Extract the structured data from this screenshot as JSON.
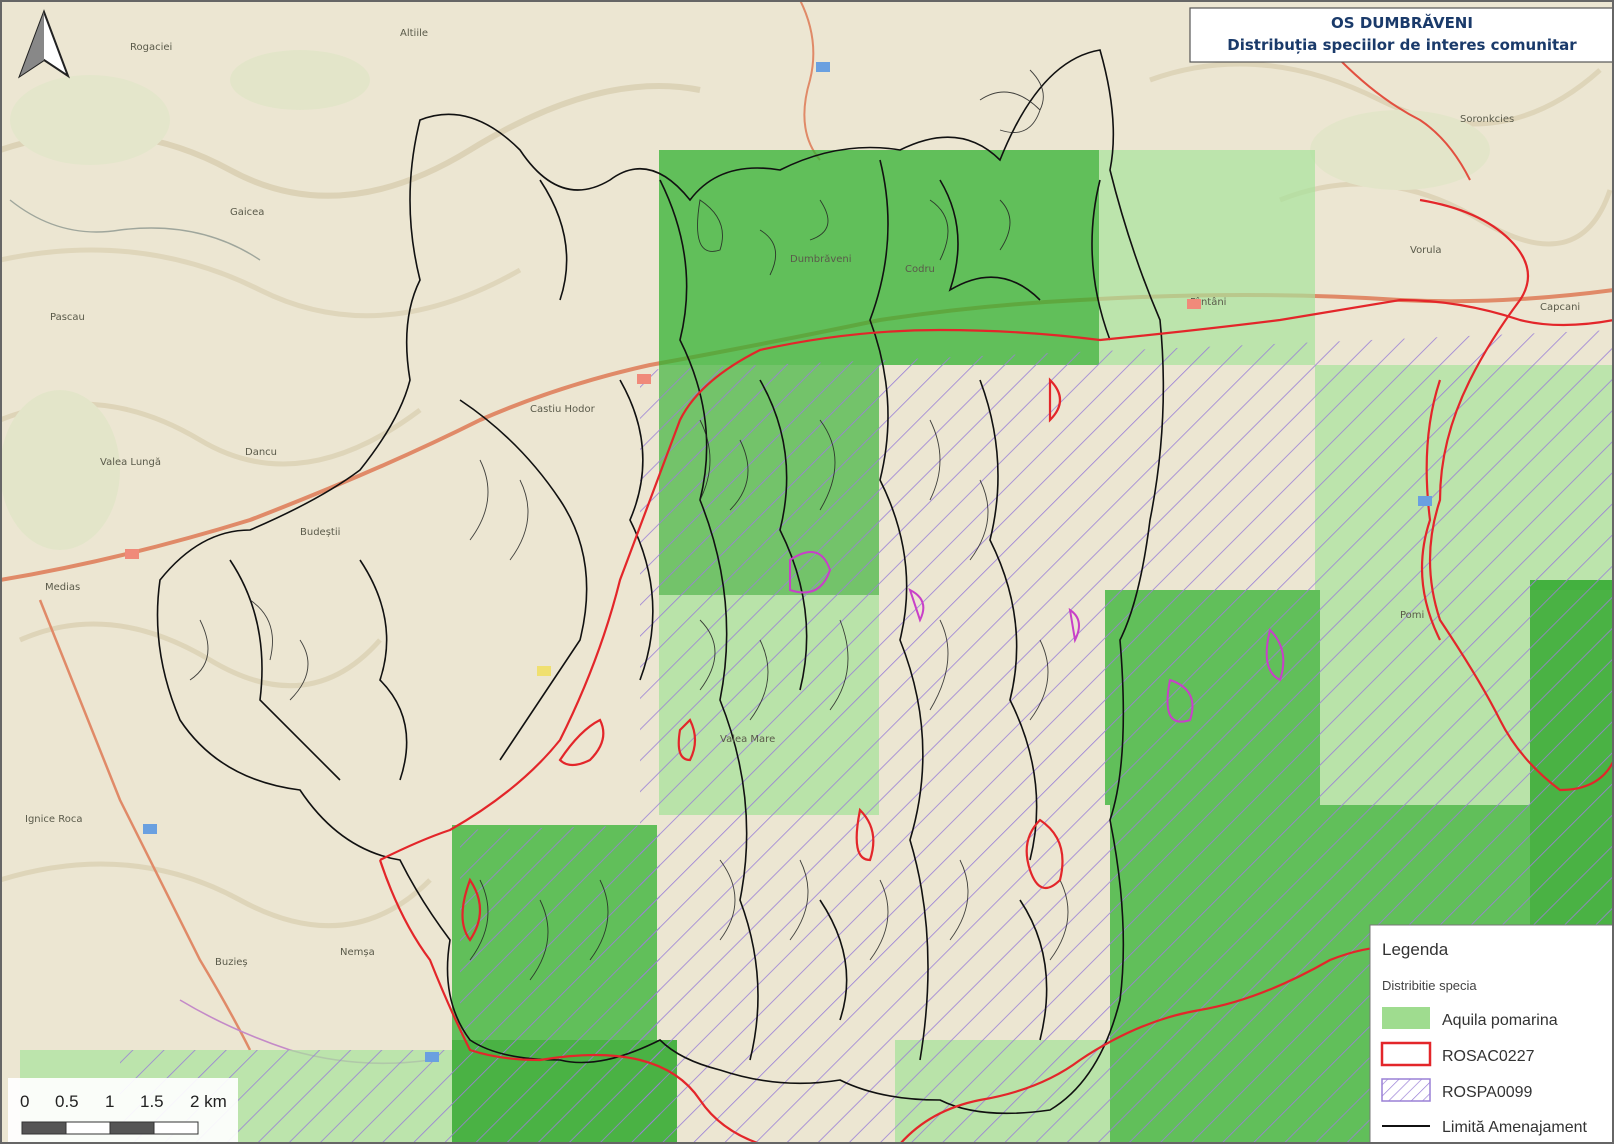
{
  "title": {
    "line1": "OS DUMBRĂVENI",
    "line2": "Distribuția speciilor de interes comunitar"
  },
  "place_labels": [
    {
      "text": "Rogaciei"
    },
    {
      "text": "Altiile"
    },
    {
      "text": "Gaicea"
    },
    {
      "text": "Dumbrăveni"
    },
    {
      "text": "Fântâni"
    },
    {
      "text": "Soronkcies"
    },
    {
      "text": "Codru"
    },
    {
      "text": "Pascau"
    },
    {
      "text": "Dancu"
    },
    {
      "text": "Valea Lungă"
    },
    {
      "text": "Budeștii"
    },
    {
      "text": "Medias"
    },
    {
      "text": "Capcani"
    },
    {
      "text": "Pomi"
    },
    {
      "text": "Ignice Roca"
    },
    {
      "text": "Buzieș"
    },
    {
      "text": "Nemșa"
    },
    {
      "text": "Castiu Hodor"
    },
    {
      "text": "Valea Mare"
    },
    {
      "text": "Vorula"
    }
  ],
  "scale_bar": {
    "labels": [
      "0",
      "0.5",
      "1",
      "1.5",
      "2 km"
    ]
  },
  "legend": {
    "title": "Legenda",
    "subtitle": "Distribitie specia",
    "items": [
      {
        "label": "Aquila pomarina",
        "color": "#9fdc8f",
        "kind": "fill"
      },
      {
        "label": "ROSAC0227",
        "color": "#e8262a",
        "kind": "outline"
      },
      {
        "label": "ROSPA0099",
        "color": "#a98ad8",
        "kind": "hatch"
      },
      {
        "label": "Limită Amenajament",
        "color": "#111111",
        "kind": "line"
      }
    ]
  },
  "colors": {
    "base_map": "#ebe4cf",
    "grid_light": "#a8e29b",
    "grid_dark": "#33b132",
    "rosac_boundary": "#e3262a",
    "rospa_hatch": "#9a80d6",
    "forest_boundary": "#111111",
    "road": "#e48a66"
  }
}
